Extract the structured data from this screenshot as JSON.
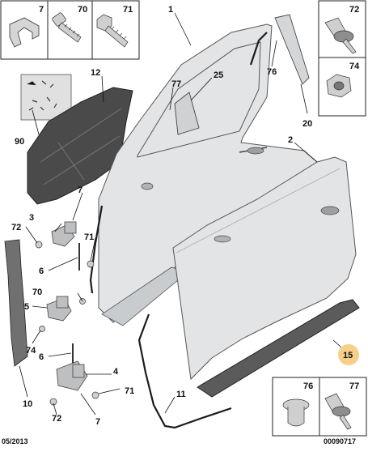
{
  "labels": {
    "l1": "1",
    "l2": "2",
    "l3": "3",
    "l4": "4",
    "l5": "5",
    "l6a": "6",
    "l6b": "6",
    "l7_box": "7",
    "l7a": "7",
    "l7b": "7",
    "l10": "10",
    "l11": "11",
    "l12": "12",
    "l15": "15",
    "l20": "20",
    "l25": "25",
    "l70_box": "70",
    "l70": "70",
    "l71_box": "71",
    "l71a": "71",
    "l71b": "71",
    "l72_box": "72",
    "l72a": "72",
    "l72b": "72",
    "l74_box": "74",
    "l74": "74",
    "l76_box": "76",
    "l76": "76",
    "l77": "77",
    "l90": "90"
  },
  "footer": {
    "date": "05/2013",
    "ref": "00090717"
  },
  "colors": {
    "highlight": "#f6d08a",
    "door": "#e2e4e6",
    "seal": "#1c1c1c"
  }
}
